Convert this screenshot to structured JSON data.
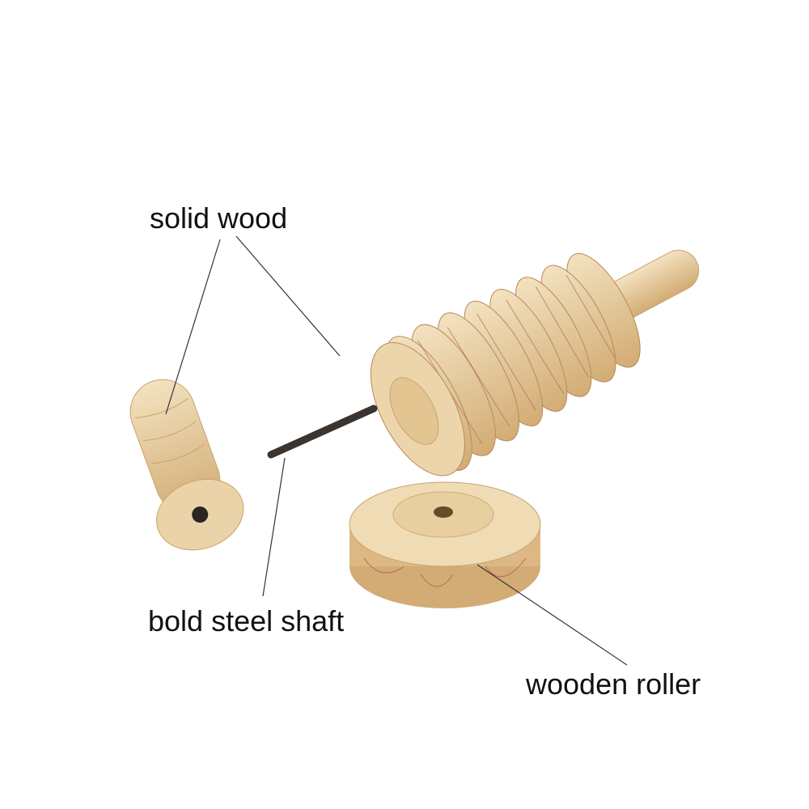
{
  "labels": {
    "solid_wood": "solid wood",
    "steel_shaft": "bold steel shaft",
    "wooden_roller": "wooden roller"
  },
  "colors": {
    "wood": "#e6c99a",
    "wood_dark": "#c9a36c",
    "stripe": "#b8685a",
    "steel": "#3a3530",
    "leader": "#333333"
  }
}
